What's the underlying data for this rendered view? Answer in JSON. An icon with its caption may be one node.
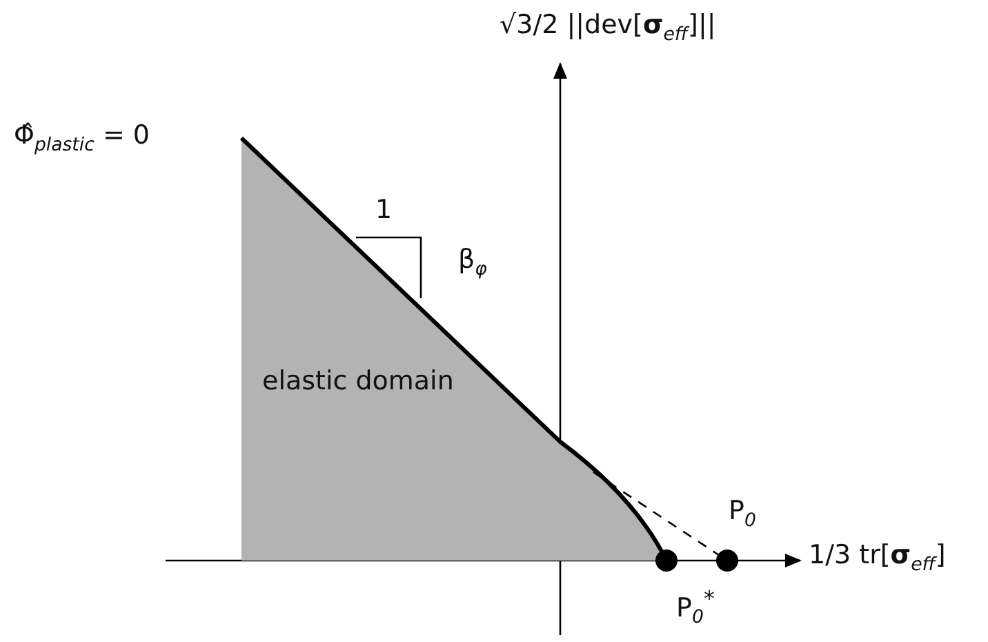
{
  "diagram": {
    "nodes": [
      {
        "text": [
          "elastic domain"
        ]
      }
    ],
    "edges": [],
    "labels": [
      "√3/2 ||dev[**σ**$_{eff}$]||",
      "Φ̂$_{plastic}$ = 0",
      "1",
      "β$_{φ}$",
      "P$_{0}$",
      "1/3 tr[**σ**$_{eff}$]",
      "P$_{0}$$^{*}$"
    ]
  }
}
